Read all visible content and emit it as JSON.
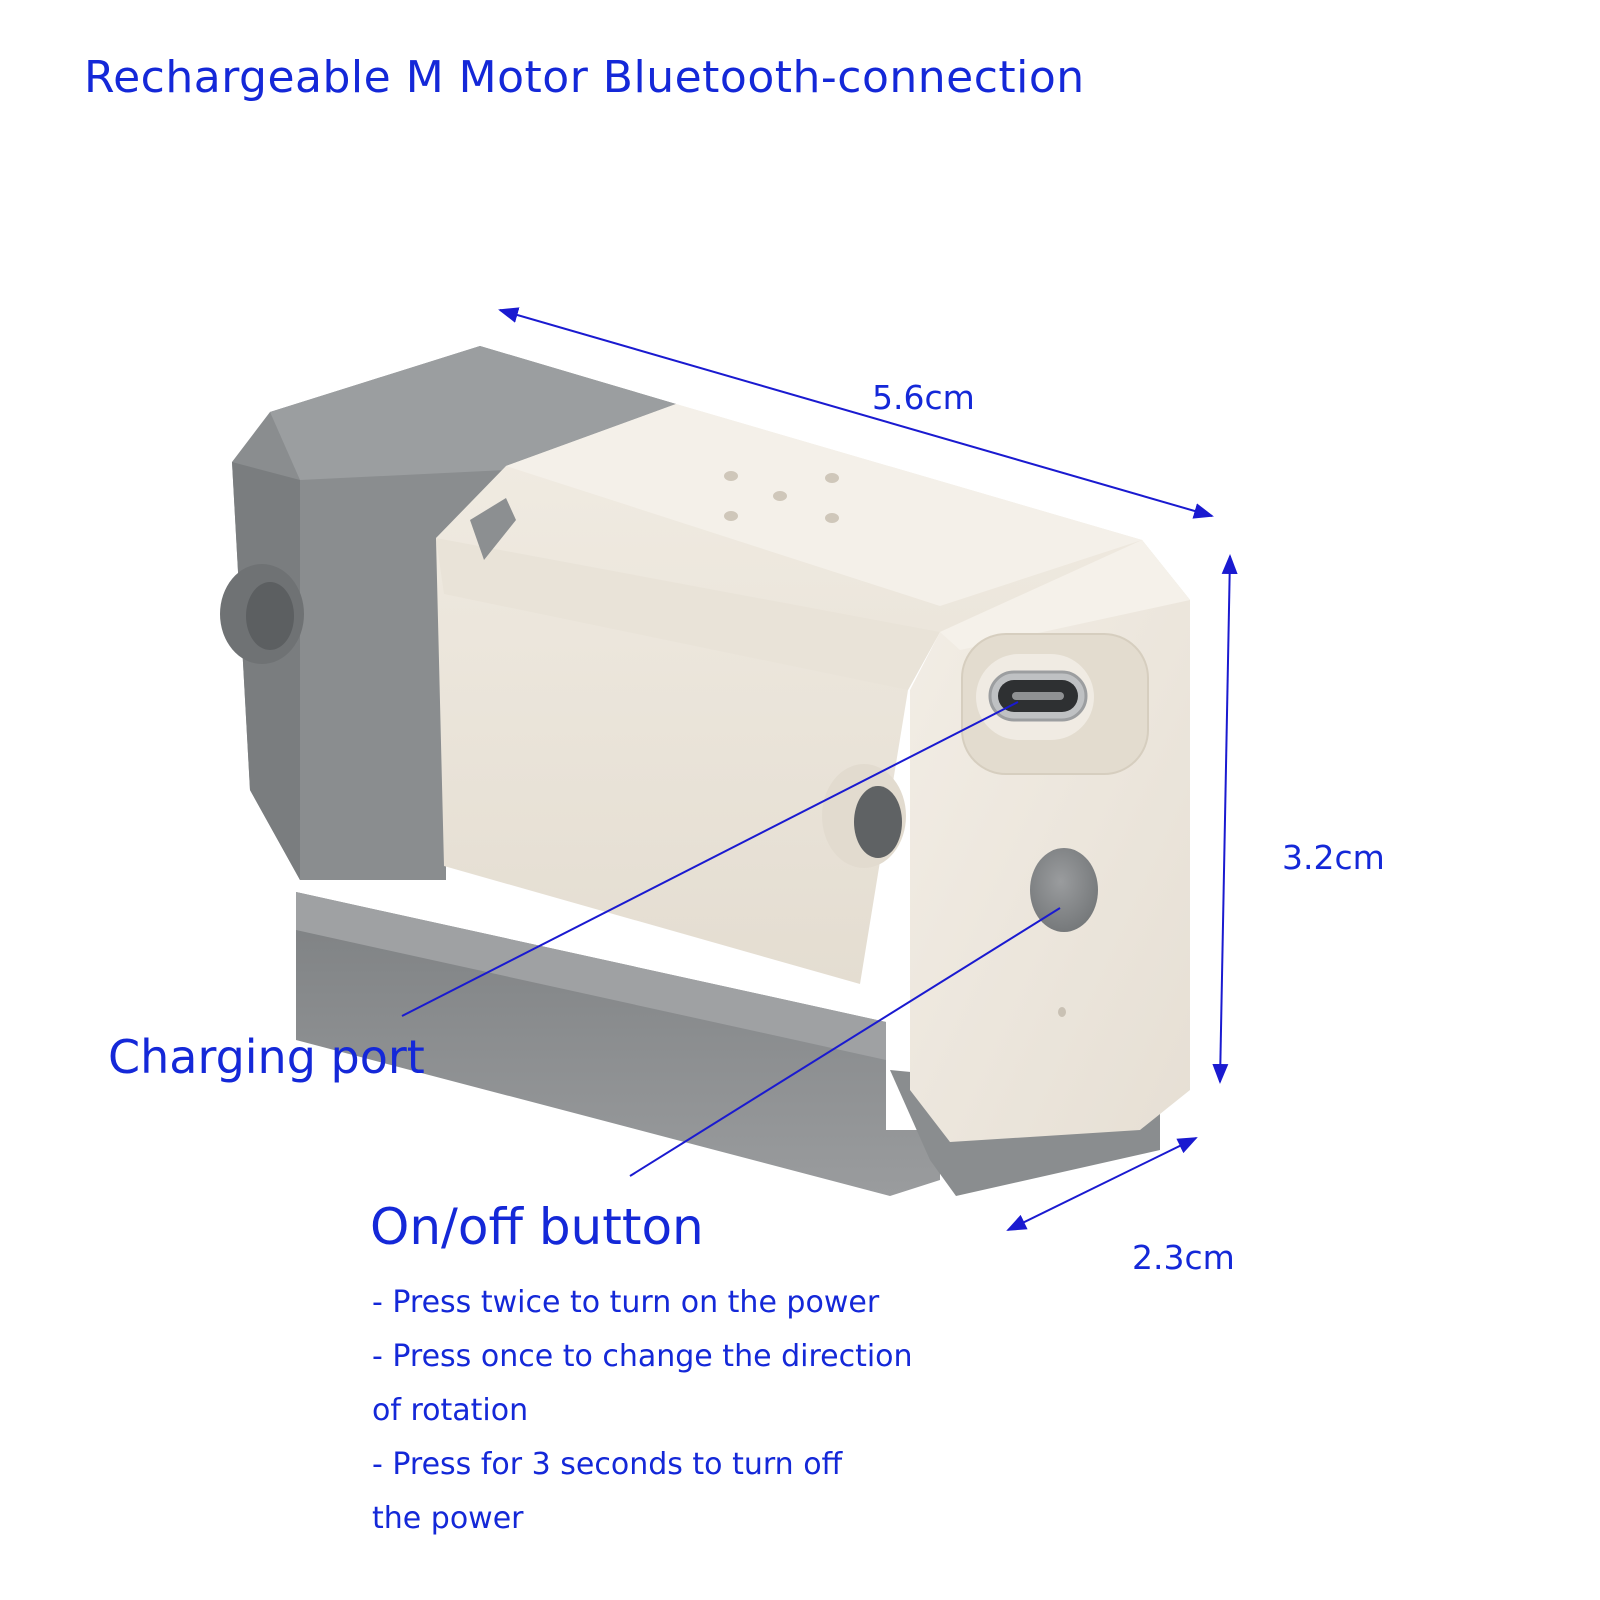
{
  "title": "Rechargeable M Motor Bluetooth-connection",
  "dimensions": {
    "length": "5.6cm",
    "height": "3.2cm",
    "width": "2.3cm"
  },
  "callouts": {
    "charging_port": "Charging port",
    "on_off_button": "On/off button"
  },
  "instructions": [
    "- Press twice to turn on the power",
    "- Press once to change the direction",
    "of rotation",
    "- Press for 3 seconds to turn off",
    "the power"
  ],
  "colors": {
    "text": "#1428d8",
    "arrow": "#1a1ad0",
    "grey_body": "#8c8f91",
    "white_shell": "#ece6dc",
    "button": "#8e9092"
  },
  "icons": [
    "usb-c-port-icon",
    "power-button-icon"
  ]
}
